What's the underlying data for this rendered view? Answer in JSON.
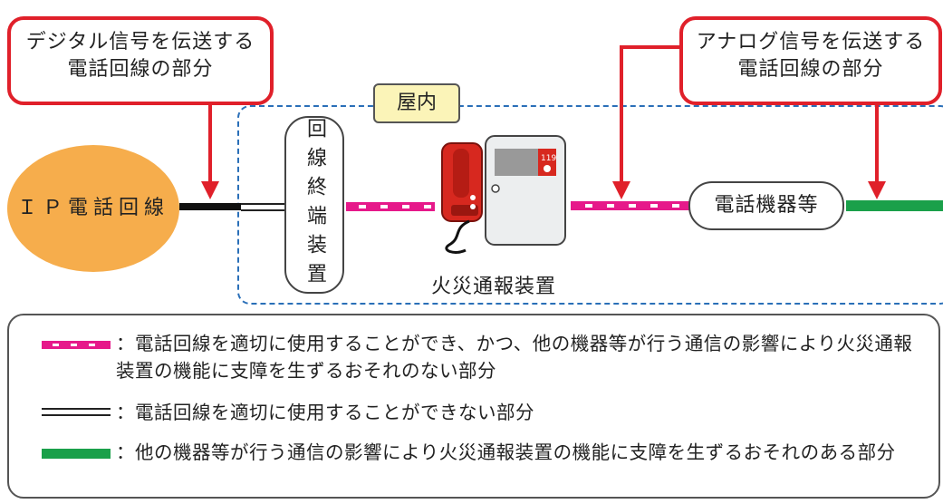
{
  "callout_digital": {
    "line1": "デジタル信号を伝送する",
    "line2": "電話回線の部分"
  },
  "callout_analog": {
    "line1": "アナログ信号を伝送する",
    "line2": "電話回線の部分"
  },
  "indoor_label": "屋内",
  "ip_line_label": "ＩＰ電話回線",
  "onu_label": "回線終端装置",
  "fire_device_label": "火災通報装置",
  "panel_number": "119",
  "phone_equipment_label": "電話機器等",
  "legend": [
    {
      "style": "magenta-dashed",
      "text": "：電話回線を適切に使用することができ、かつ、他の機器等が行う通信の影響により火災通報装置の機能に支障を生ずるおそれのない部分"
    },
    {
      "style": "double-line",
      "text": "：電話回線を適切に使用することができない部分"
    },
    {
      "style": "green-solid",
      "text": "：他の機器等が行う通信の影響により火災通報装置の機能に支障を生ずるおそれのある部分"
    }
  ],
  "colors": {
    "callout_border": "#e0202a",
    "magenta": "#e6198a",
    "green": "#1aa04a",
    "ip_fill": "#f6ad4c",
    "indoor_border": "#2a6fb8",
    "indoor_fill": "#fbf4b8"
  }
}
